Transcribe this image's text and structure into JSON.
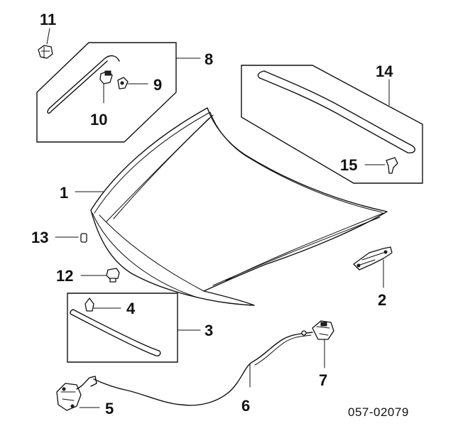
{
  "diagram_code": "057-02079",
  "callouts": {
    "c1": "1",
    "c2": "2",
    "c3": "3",
    "c4": "4",
    "c5": "5",
    "c6": "6",
    "c7": "7",
    "c8": "8",
    "c9": "9",
    "c10": "10",
    "c11": "11",
    "c12": "12",
    "c13": "13",
    "c14": "14",
    "c15": "15"
  }
}
